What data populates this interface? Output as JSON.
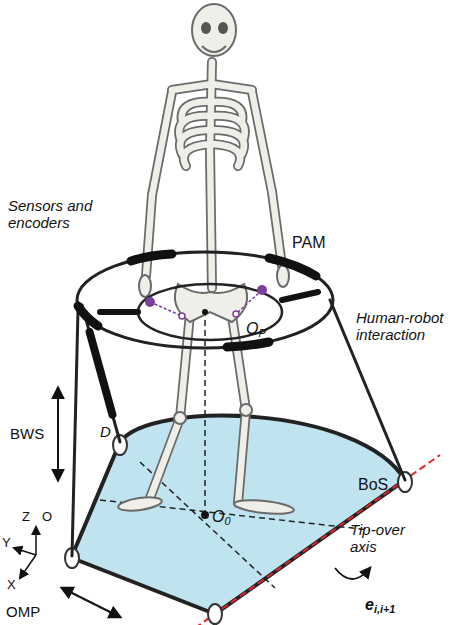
{
  "diagram": {
    "nodes": [
      {
        "text": [
          "BoS"
        ]
      }
    ],
    "labels": [
      "Sensors and encoders",
      "PAM",
      "Human-robot interaction",
      "OP",
      "BWS",
      "D",
      "O0",
      "Z",
      "O",
      "Y",
      "X",
      "OMP",
      "Tip-over axis",
      "ei,i+1"
    ]
  }
}
